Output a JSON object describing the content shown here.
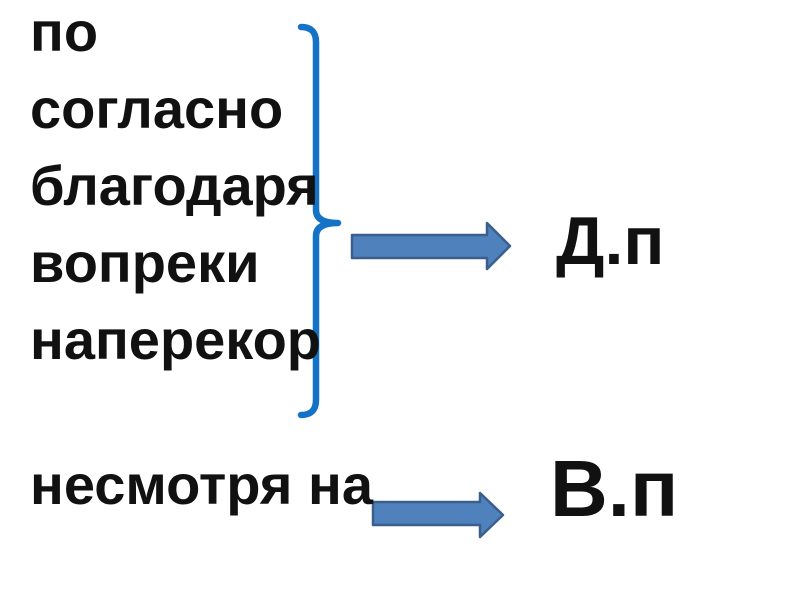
{
  "slide": {
    "background": "#ffffff",
    "dative_group": {
      "prepositions": [
        "по",
        "согласно",
        "благодаря",
        "вопреки",
        "наперекор"
      ],
      "case_label": "Д.п"
    },
    "accusative_group": {
      "preposition": "несмотря на",
      "case_label": "В.п"
    },
    "colors": {
      "text": "#111111",
      "brace": "#1473C6",
      "arrow_fill": "#4F81BD",
      "arrow_stroke": "#3A5F8C"
    }
  }
}
